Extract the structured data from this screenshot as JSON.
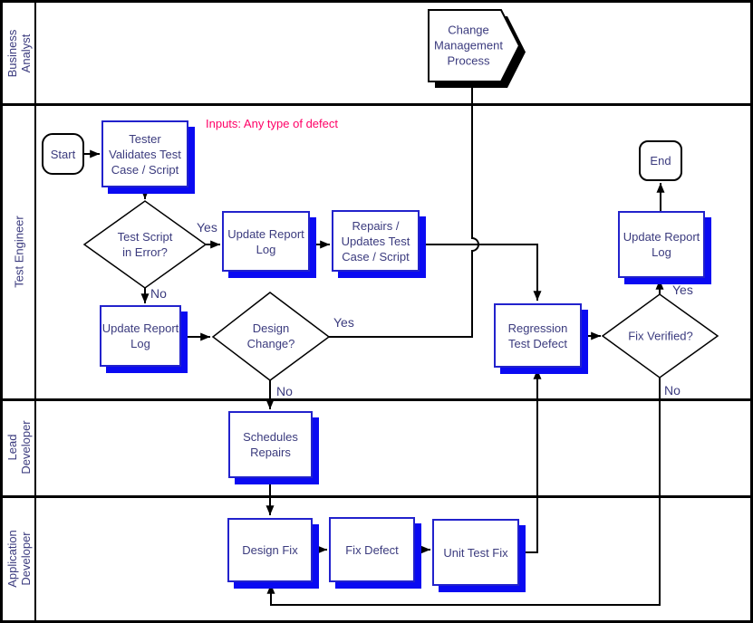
{
  "colors": {
    "background": "#ffffff",
    "line": "#000000",
    "ink": "#3b3b7e",
    "box_border": "#2222cc",
    "box_shadow": "#0a0af2",
    "note": "#ff0066"
  },
  "lanes": [
    {
      "label": "Business\nAnalyst"
    },
    {
      "label": "Test Engineer"
    },
    {
      "label": "Lead\nDeveloper"
    },
    {
      "label": "Application\nDeveloper"
    }
  ],
  "note": "Inputs: Any type of defect",
  "nodes": {
    "change_mgmt": "Change\nManagement\nProcess",
    "start": "Start",
    "tester": "Tester\nValidates Test\nCase / Script",
    "d_test_script": "Test Script\nin Error?",
    "url1": "Update Report\nLog",
    "repairs": "Repairs /\nUpdates Test\nCase / Script",
    "url2": "Update Report\nLog",
    "d_design": "Design\nChange?",
    "schedules": "Schedules\nRepairs",
    "design_fix": "Design Fix",
    "fix_defect": "Fix Defect",
    "unit_test": "Unit Test Fix",
    "regression": "Regression\nTest Defect",
    "d_fix_verified": "Fix Verified?",
    "url3": "Update Report\nLog",
    "end": "End"
  },
  "edge_labels": {
    "yes_test_script": "Yes",
    "no_test_script": "No",
    "yes_design_change": "Yes",
    "no_design_change": "No",
    "yes_fix_verified": "Yes",
    "no_fix_verified": "No"
  }
}
